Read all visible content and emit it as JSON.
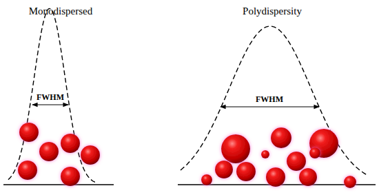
{
  "diagram": {
    "labels": [
      "Monodispersed",
      "FWHM",
      "Polydispersity",
      "FWHM"
    ]
  }
}
